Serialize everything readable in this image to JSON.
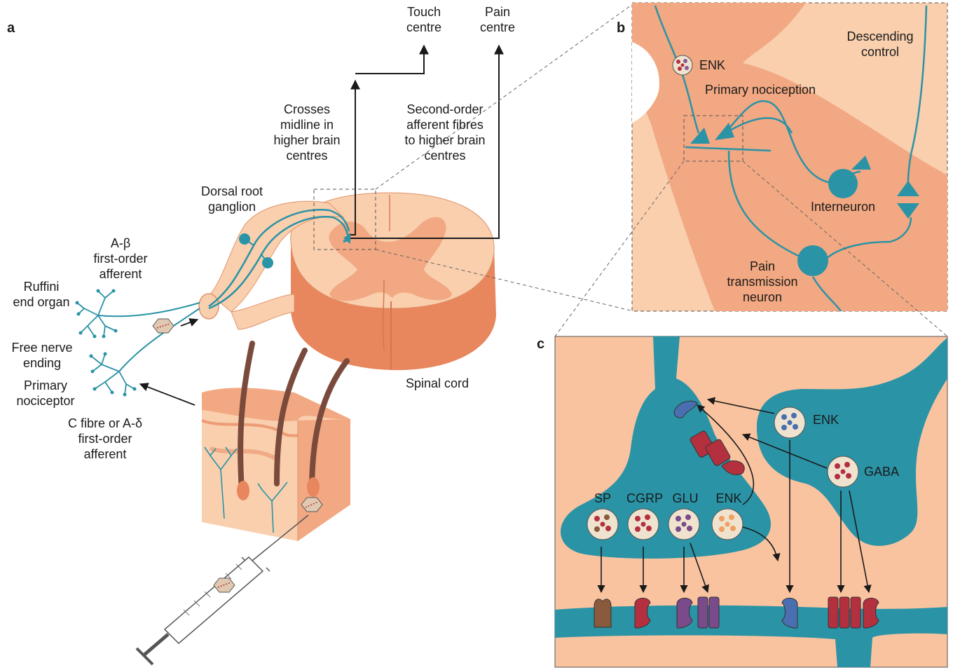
{
  "panels": {
    "a": "a",
    "b": "b",
    "c": "c"
  },
  "panel_a": {
    "touch_centre": [
      "Touch",
      "centre"
    ],
    "pain_centre": [
      "Pain",
      "centre"
    ],
    "crosses_midline": [
      "Crosses",
      "midline in",
      "higher brain",
      "centres"
    ],
    "second_order": [
      "Second-order",
      "afferent fibres",
      "to higher brain",
      "centres"
    ],
    "dorsal_root_ganglion": [
      "Dorsal root",
      "ganglion"
    ],
    "a_beta": [
      "A-β",
      "first-order",
      "afferent"
    ],
    "ruffini": [
      "Ruffini",
      "end organ"
    ],
    "free_nerve": [
      "Free nerve",
      "ending"
    ],
    "primary_nociceptor": [
      "Primary",
      "nociceptor"
    ],
    "c_fibre": [
      "C fibre or A-δ",
      "first-order",
      "afferent"
    ],
    "spinal_cord": "Spinal cord"
  },
  "panel_b": {
    "enk": "ENK",
    "descending_control": [
      "Descending",
      "control"
    ],
    "primary_nociception": "Primary nociception",
    "interneuron": "Interneuron",
    "pain_transmission": [
      "Pain",
      "transmission",
      "neuron"
    ]
  },
  "panel_c": {
    "enk_top": "ENK",
    "gaba": "GABA",
    "vesicles": [
      "SP",
      "CGRP",
      "GLU",
      "ENK"
    ]
  },
  "colors": {
    "neuron_teal": "#2a93a6",
    "tissue_light": "#f9cfae",
    "tissue_mid": "#f2a882",
    "tissue_dark": "#e8865d",
    "receptor_red": "#b5303f",
    "receptor_purple": "#7a4a8a",
    "receptor_blue": "#4a6fb0",
    "receptor_brown": "#8a5a3c"
  }
}
